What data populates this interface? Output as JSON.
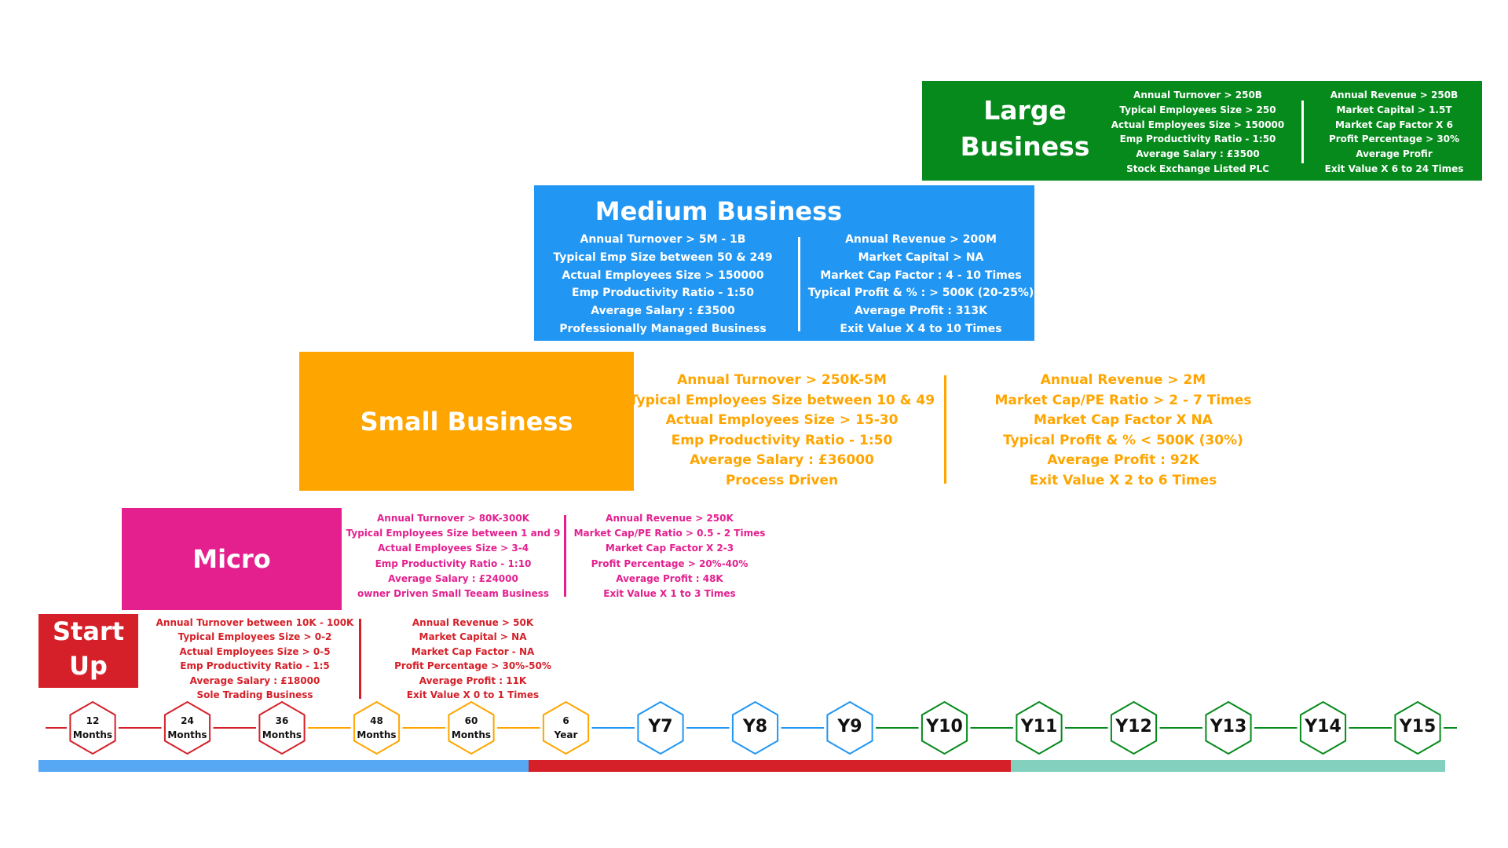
{
  "stages": {
    "startup": {
      "title_line1": "Start",
      "title_line2": "Up",
      "color": "#d52029",
      "details": [
        "Annual Turnover  between 10K - 100K",
        "Typical Employees  Size > 0-2",
        "Actual Employees Size > 0-5",
        "Emp Productivity Ratio - 1:5",
        "Average Salary : £18000",
        "Sole Trading Business"
      ],
      "financials": [
        "Annual Revenue > 50K",
        "Market Capital > NA",
        "Market Cap Factor - NA",
        "Profit Percentage > 30%-50%",
        "Average Profit : 11K",
        "Exit Value  X  0 to 1 Times"
      ]
    },
    "micro": {
      "title": "Micro",
      "color": "#e4208f",
      "details": [
        "Annual Turnover  > 80K-300K",
        "Typical Employees  Size between 1 and 9",
        "Actual Employees Size > 3-4",
        "Emp Productivity Ratio - 1:10",
        "Average Salary : £24000",
        "owner Driven Small Teeam Business"
      ],
      "financials": [
        "Annual Revenue > 250K",
        "Market Cap/PE Ratio > 0.5 - 2 Times",
        "Market Cap Factor X 2-3",
        "Profit Percentage > 20%-40%",
        "Average Profit : 48K",
        "Exit Value  X  1 to 3 Times"
      ]
    },
    "small": {
      "title": "Small Business",
      "color": "#ffa500",
      "details": [
        "Annual Turnover  > 250K-5M",
        "Typical Employees  Size between 10 & 49",
        "Actual Employees Size > 15-30",
        "Emp Productivity Ratio - 1:50",
        "Average Salary : £36000",
        "Process Driven"
      ],
      "financials": [
        "Annual Revenue > 2M",
        "Market Cap/PE Ratio > 2 - 7 Times",
        "Market Cap Factor X NA",
        "Typical Profit & % < 500K (30%)",
        "Average Profit : 92K",
        "Exit Value  X  2 to 6 Times"
      ]
    },
    "medium": {
      "title": "Medium Business",
      "color": "#2196f3",
      "details": [
        "Annual Turnover  > 5M - 1B",
        "Typical Emp  Size  between  50 & 249",
        "Actual Employees Size > 150000",
        "Emp Productivity Ratio - 1:50",
        "Average Salary : £3500",
        "Professionally Managed Business"
      ],
      "financials": [
        "Annual Revenue > 200M",
        "Market Capital > NA",
        "Market Cap Factor :  4 - 10 Times",
        "Typical Profit & % : > 500K (20-25%)",
        "Average Profit : 313K",
        "Exit Value  X  4 to 10 Times"
      ]
    },
    "large": {
      "title_line1": "Large",
      "title_line2": "Business",
      "color": "#068a1c",
      "details": [
        "Annual Turnover  > 250B",
        "Typical Employees  Size > 250",
        "Actual Employees Size > 150000",
        "Emp Productivity Ratio - 1:50",
        "Average Salary : £3500",
        "Stock Exchange  Listed PLC"
      ],
      "financials": [
        "Annual Revenue > 250B",
        "Market Capital > 1.5T",
        "Market Cap Factor X 6",
        "Profit Percentage > 30%",
        "Average Profir",
        "Exit Value  X  6 to 24 Times"
      ]
    }
  },
  "timeline": {
    "milestones": [
      {
        "line1": "12",
        "line2": "Months",
        "color": "#d52029"
      },
      {
        "line1": "24",
        "line2": "Months",
        "color": "#d52029"
      },
      {
        "line1": "36",
        "line2": "Months",
        "color": "#d52029"
      },
      {
        "line1": "48",
        "line2": "Months",
        "color": "#ffa500"
      },
      {
        "line1": "60",
        "line2": "Months",
        "color": "#ffa500"
      },
      {
        "line1": "6",
        "line2": "Year",
        "color": "#ffa500"
      },
      {
        "line1": "Y7",
        "line2": "",
        "color": "#2196f3"
      },
      {
        "line1": "Y8",
        "line2": "",
        "color": "#2196f3"
      },
      {
        "line1": "Y9",
        "line2": "",
        "color": "#2196f3"
      },
      {
        "line1": "Y10",
        "line2": "",
        "color": "#068a1c"
      },
      {
        "line1": "Y11",
        "line2": "",
        "color": "#068a1c"
      },
      {
        "line1": "Y12",
        "line2": "",
        "color": "#068a1c"
      },
      {
        "line1": "Y13",
        "line2": "",
        "color": "#068a1c"
      },
      {
        "line1": "Y14",
        "line2": "",
        "color": "#068a1c"
      },
      {
        "line1": "Y15",
        "line2": "",
        "color": "#068a1c"
      }
    ],
    "phase_bar_colors": [
      "#56a8f5",
      "#d52029",
      "#83d0be"
    ]
  }
}
